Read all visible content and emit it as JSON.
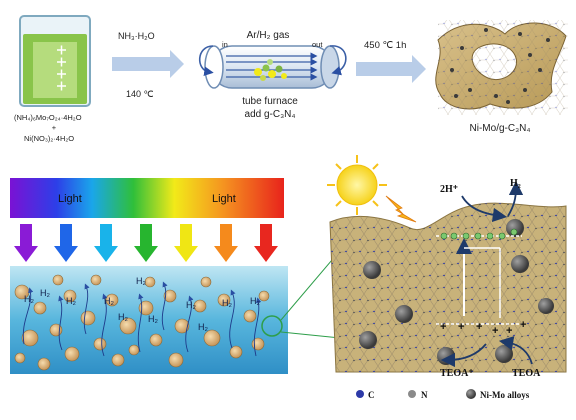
{
  "synthesis": {
    "beaker_formula_1": "(NH₄)₆Mo₇O₂₄·4H₂O",
    "beaker_plus": "+",
    "beaker_formula_2": "Ni(NO₃)₂·4H₂O",
    "step1_reagent": "NH₃·H₂O",
    "step1_temp": "140 ℃",
    "gas_label": "Ar/H₂ gas",
    "furnace_in": "in",
    "furnace_out": "out",
    "furnace_label": "tube furnace",
    "furnace_sub": "add g-C₃N₄",
    "step2_temp": "450 ℃ 1h",
    "product_label": "Ni-Mo/g-C₃N₄"
  },
  "light_panel": {
    "label_left": "Light",
    "label_right": "Light",
    "arrow_colors": [
      "#8a1bd6",
      "#1f66e8",
      "#19b3ea",
      "#27b52f",
      "#f0e614",
      "#f58a1c",
      "#e8271f"
    ],
    "h2_labels": [
      "H₂",
      "H₂",
      "H₂",
      "H₂",
      "H₂",
      "H₂",
      "H₂",
      "H₂",
      "H₂",
      "H₂",
      "H₂"
    ]
  },
  "mechanism": {
    "electron_label": "2H⁺",
    "h2_label": "H₂",
    "sacrificial_product": "TEOA⁺",
    "sacrificial_agent": "TEOA"
  },
  "legend": {
    "c_label": "C",
    "n_label": "N",
    "alloy_label": "Ni-Mo alloys"
  }
}
